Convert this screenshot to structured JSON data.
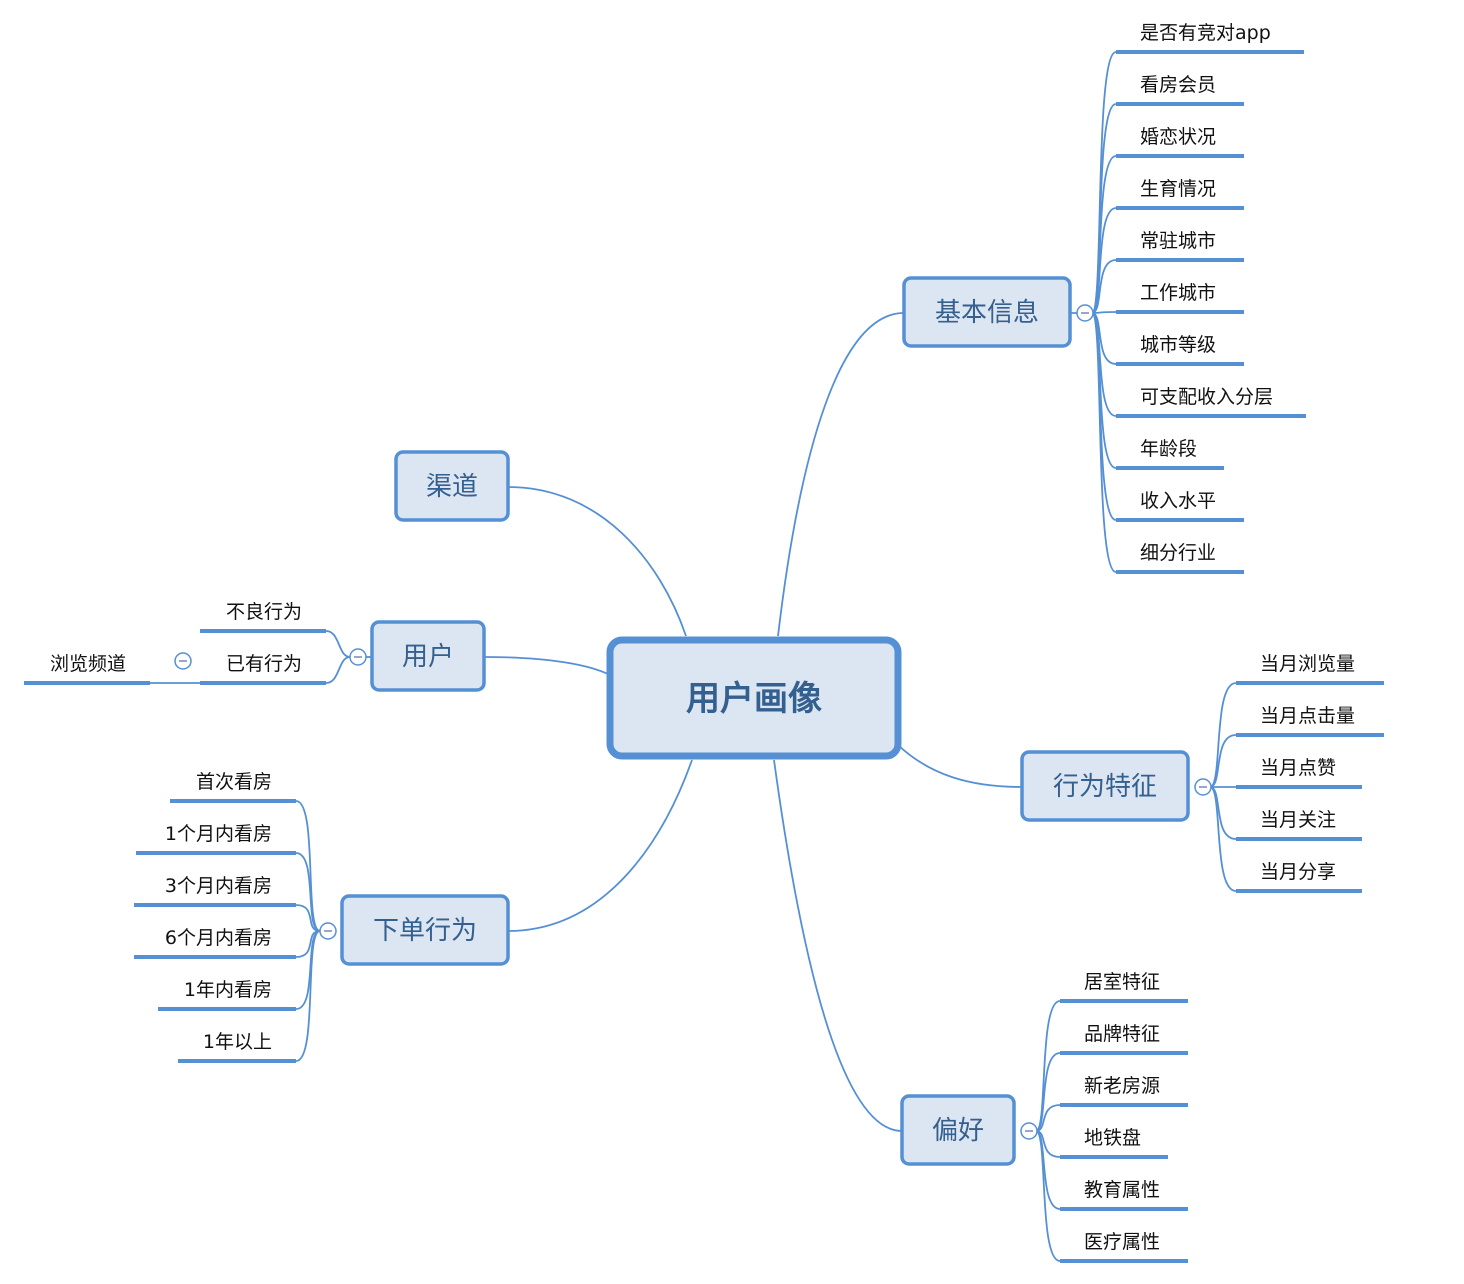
{
  "root": {
    "label": "用户画像"
  },
  "colors": {
    "accent": "#5590d4",
    "node_fill": "#dce6f3",
    "node_text": "#34608f"
  },
  "branches": {
    "basic_info": {
      "label": "基本信息",
      "collapse_icon": "minus-circle",
      "children": [
        "是否有竞对app",
        "看房会员",
        "婚恋状况",
        "生育情况",
        "常驻城市",
        "工作城市",
        "城市等级",
        "可支配收入分层",
        "年龄段",
        "收入水平",
        "细分行业"
      ]
    },
    "channel": {
      "label": "渠道",
      "children": []
    },
    "user": {
      "label": "用户",
      "collapse_icon": "minus-circle",
      "children": [
        "不良行为",
        "已有行为"
      ],
      "sub_children": {
        "已有行为": [
          "浏览频道"
        ]
      }
    },
    "order_behavior": {
      "label": "下单行为",
      "collapse_icon": "minus-circle",
      "children": [
        "首次看房",
        "1个月内看房",
        "3个月内看房",
        "6个月内看房",
        "1年内看房",
        "1年以上"
      ]
    },
    "behavior_features": {
      "label": "行为特征",
      "collapse_icon": "minus-circle",
      "children": [
        "当月浏览量",
        "当月点击量",
        "当月点赞",
        "当月关注",
        "当月分享"
      ]
    },
    "preference": {
      "label": "偏好",
      "collapse_icon": "minus-circle",
      "children": [
        "居室特征",
        "品牌特征",
        "新老房源",
        "地铁盘",
        "教育属性",
        "医疗属性"
      ]
    }
  }
}
